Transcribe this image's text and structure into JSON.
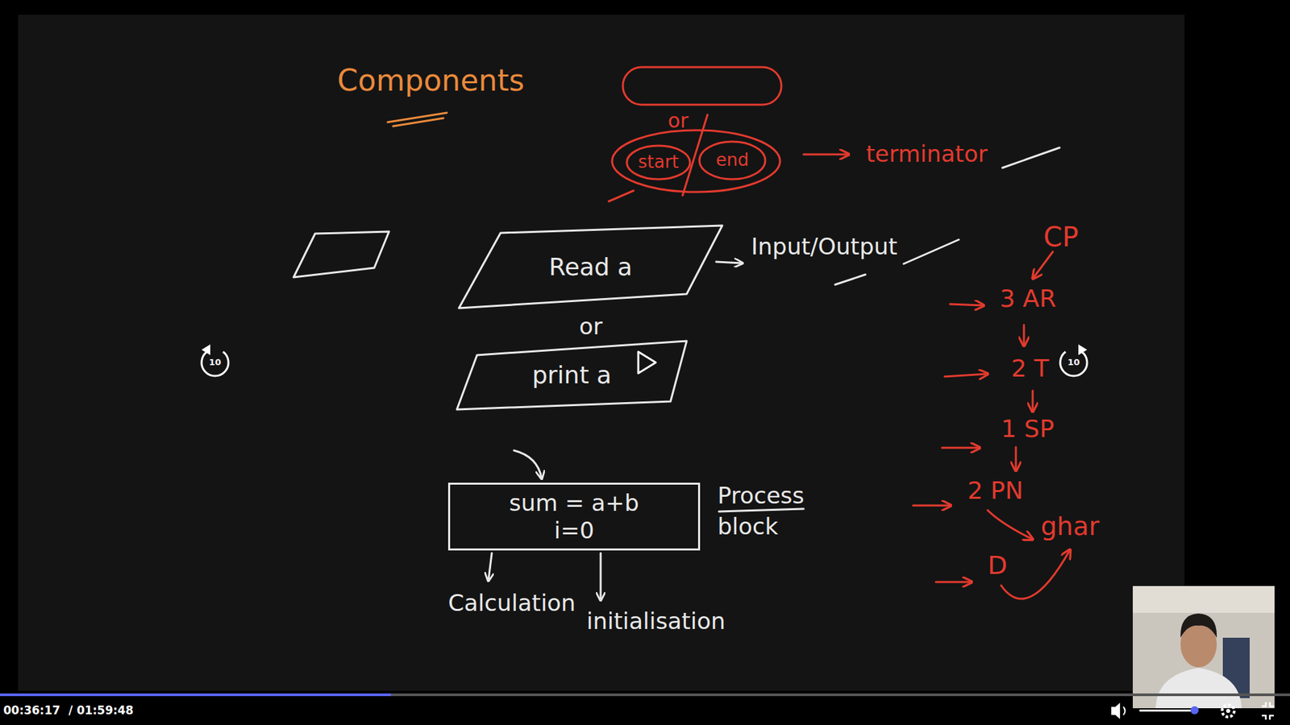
{
  "diagram": {
    "title": "Components",
    "nodes": [
      {
        "text": [
          "start"
        ]
      },
      {
        "text": [
          "end"
        ]
      },
      {
        "text": [
          "Read a"
        ]
      },
      {
        "text": [
          "print a"
        ]
      },
      {
        "text": [
          "sum = a+b",
          "i=0"
        ]
      }
    ],
    "labels": [
      "or",
      "terminator",
      "Input/Output",
      "or",
      "Process block",
      "Calculation",
      "initialisation",
      "CP",
      "3 AR",
      "2 T",
      "1 SP",
      "2 PN",
      "ghar",
      "D",
      "10",
      "10",
      "00:36:17",
      "/ 01:59:48"
    ]
  }
}
